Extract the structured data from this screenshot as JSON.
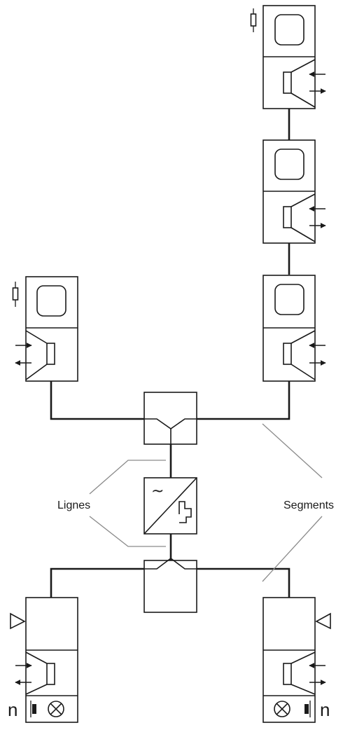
{
  "labels": {
    "lines": "Lignes",
    "segments": "Segments"
  },
  "symbols": {
    "power_supply": "~",
    "counter_left": "n",
    "counter_right": "n"
  },
  "colors": {
    "stroke": "#1a1a1a",
    "annotation": "#8a8a8a",
    "background": "#ffffff"
  },
  "icons": [
    "monitor-screen-icon",
    "loudspeaker-icon",
    "terminating-resistor-icon",
    "horn-icon",
    "lamp-icon",
    "pushbutton-icon",
    "power-supply-icon",
    "branch-coupler-icon"
  ]
}
